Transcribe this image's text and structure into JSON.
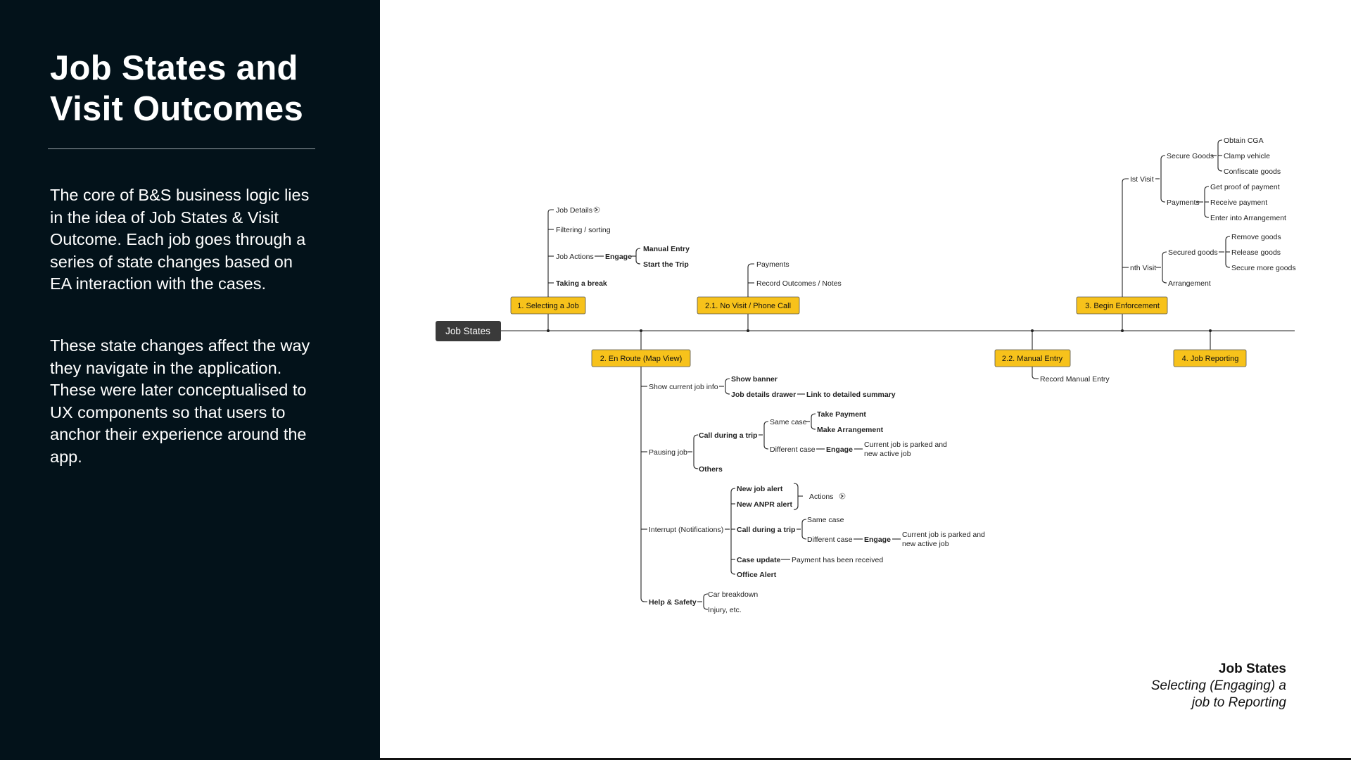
{
  "sidebar": {
    "title": "Job States and Visit Outcomes",
    "paragraphs": [
      "The core of B&S business logic lies in the idea of Job States & Visit Outcome. Each job goes through a series of state changes based on EA interaction with the cases.",
      "These state changes affect the way they navigate in the application. These were later conceptualised to UX components so that users to anchor their experience around the app."
    ]
  },
  "diagram": {
    "root": "Job States",
    "states": {
      "s1": "1. Selecting a Job",
      "s2": "2. En Route (Map View)",
      "s21": "2.1. No Visit / Phone Call",
      "s22": "2.2. Manual Entry",
      "s3": "3. Begin Enforcement",
      "s4": "4. Job Reporting"
    },
    "s1_items": {
      "job_details": "Job Details",
      "filtering": "Filtering / sorting",
      "job_actions": "Job Actions",
      "engage": "Engage",
      "manual_entry": "Manual Entry",
      "start_trip": "Start the Trip",
      "taking_break": "Taking a break"
    },
    "s21_items": {
      "payments": "Payments",
      "record_outcomes": "Record Outcomes / Notes"
    },
    "s22_items": {
      "record_manual": "Record Manual Entry"
    },
    "s3_items": {
      "first_visit": "Ist Visit",
      "secure_goods": "Secure Goods",
      "obtain_cga": "Obtain CGA",
      "clamp_vehicle": "Clamp vehicle",
      "confiscate_goods": "Confiscate goods",
      "payments": "Payments",
      "proof_payment": "Get proof of payment",
      "receive_payment": "Receive payment",
      "enter_arrangement": "Enter into Arrangement",
      "nth_visit": "nth Visit",
      "secured_goods": "Secured goods",
      "remove_goods": "Remove goods",
      "release_goods": "Release goods",
      "secure_more": "Secure more goods",
      "arrangement": "Arrangement"
    },
    "s2_items": {
      "show_current": "Show current job info",
      "show_banner": "Show banner",
      "details_drawer": "Job details drawer",
      "link_summary": "Link to detailed summary",
      "pausing_job": "Pausing job",
      "call_during_trip": "Call during a trip",
      "same_case": "Same case",
      "take_payment": "Take Payment",
      "make_arrangement": "Make Arrangement",
      "different_case": "Different case",
      "engage": "Engage",
      "parked_line1": "Current job is parked and",
      "parked_line2": "new active job",
      "others": "Others",
      "interrupt": "Interrupt (Notifications)",
      "new_job_alert": "New job alert",
      "new_anpr_alert": "New ANPR alert",
      "actions": "Actions",
      "call_during_trip_2": "Call during a trip",
      "same_case_2": "Same case",
      "different_case_2": "Different case",
      "engage_2": "Engage",
      "parked2_line1": "Current job is parked and",
      "parked2_line2": "new active job",
      "case_update": "Case update",
      "payment_received": "Payment has been received",
      "office_alert": "Office Alert",
      "help_safety": "Help & Safety",
      "car_breakdown": "Car breakdown",
      "injury": "Injury, etc."
    }
  },
  "caption": {
    "title": "Job States",
    "subtitle": "Selecting (Engaging) a job to Reporting"
  },
  "colors": {
    "sidebar_bg": "#03121a",
    "state_node": "#f7c21b",
    "root_node": "#3a3a3a"
  },
  "icons": [
    "chevron-icon",
    "chevron-icon"
  ]
}
